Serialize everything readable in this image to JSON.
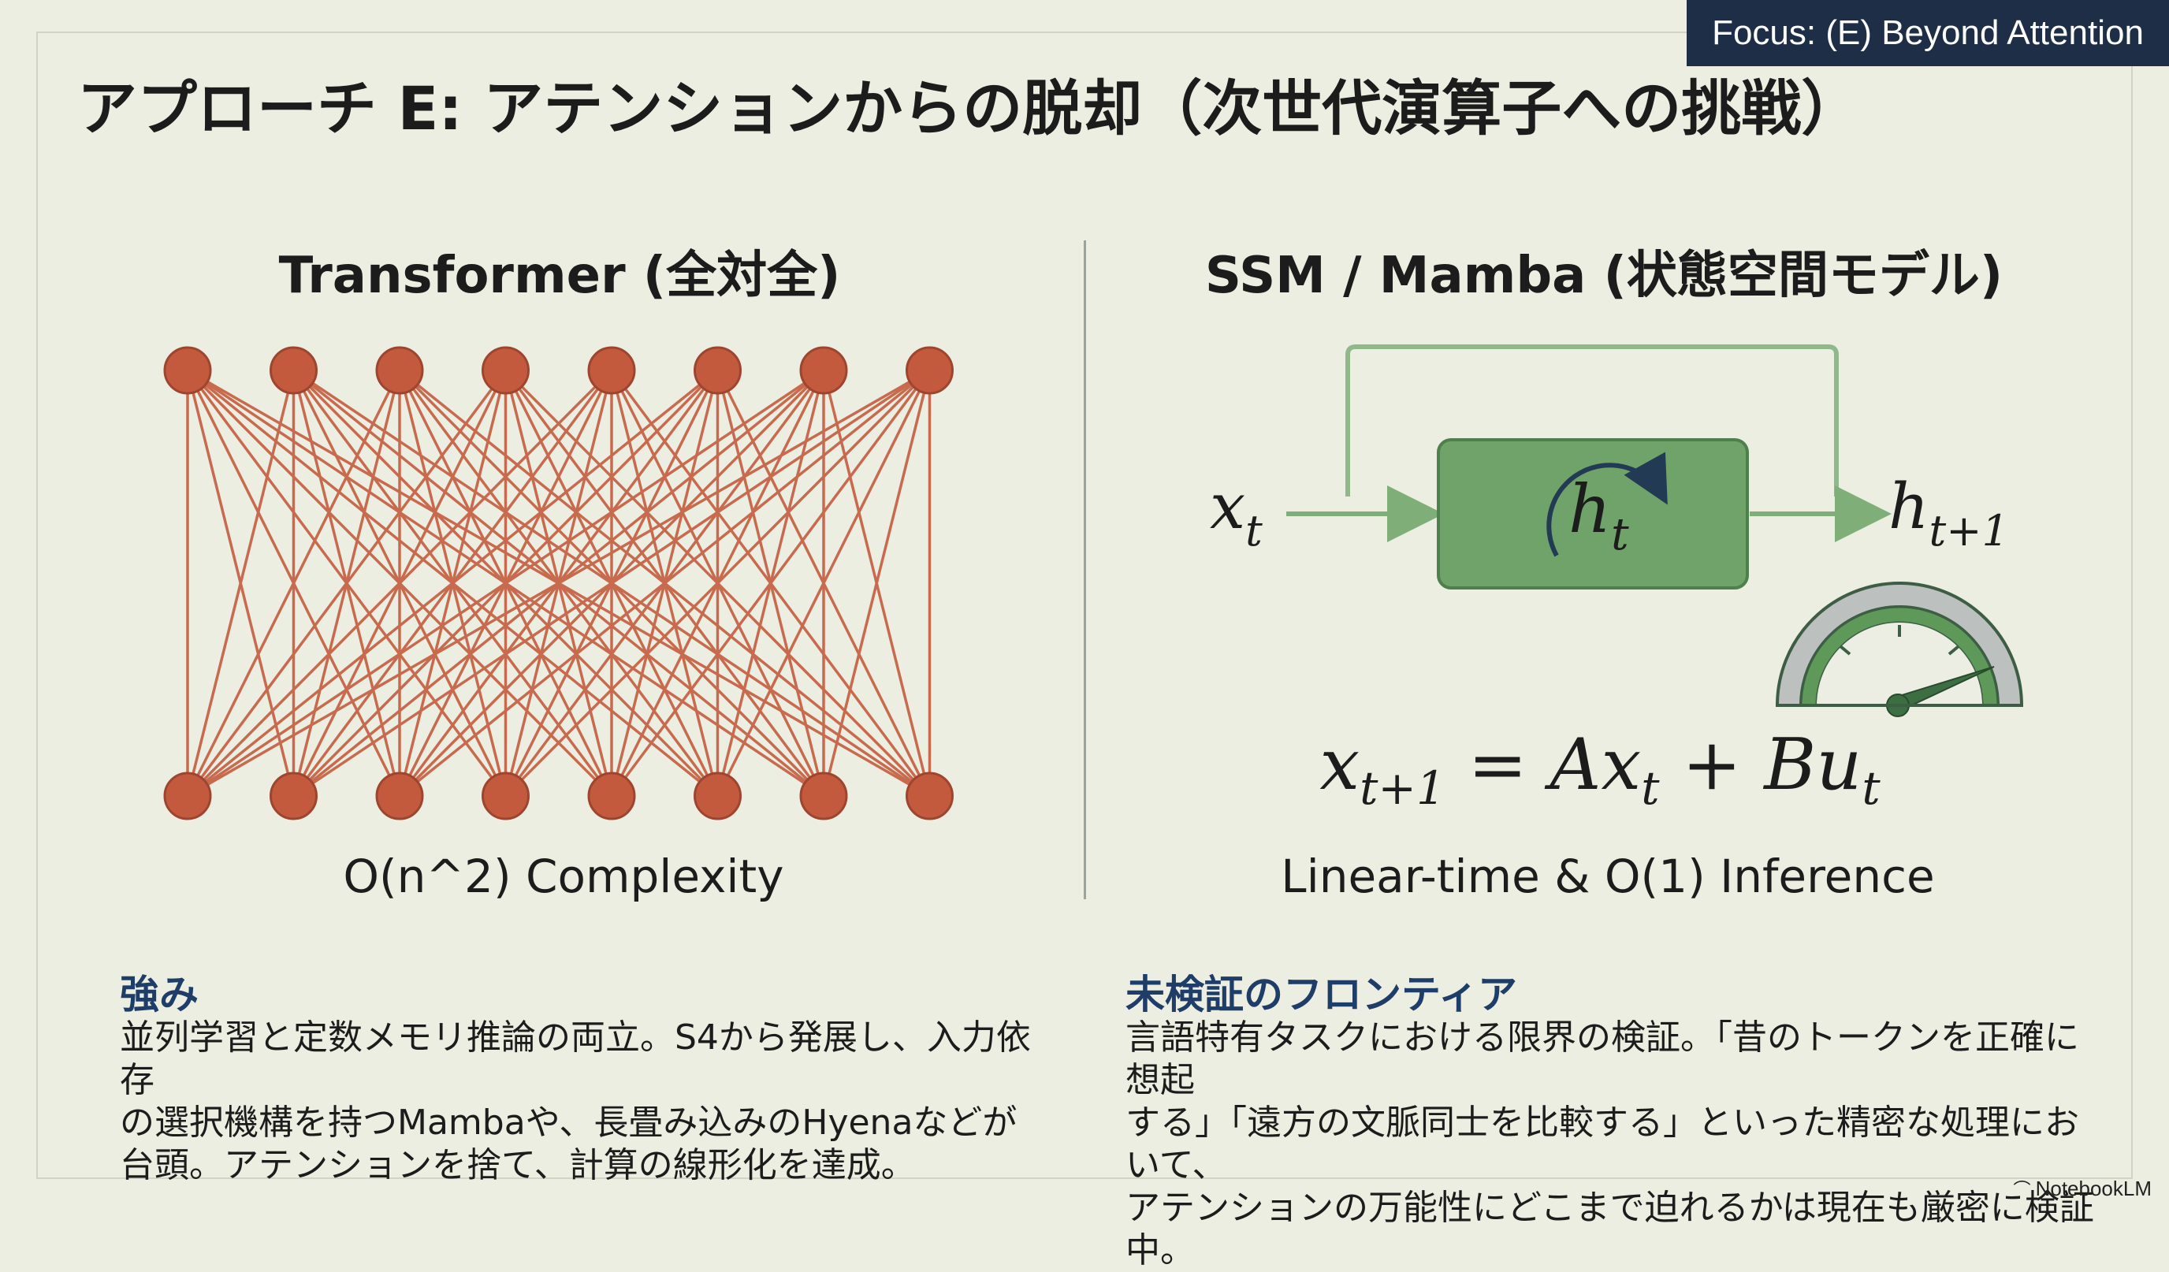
{
  "focus_tag": "Focus: (E) Beyond Attention",
  "title": "アプローチ E: アテンションからの脱却（次世代演算子への挑戦）",
  "left": {
    "title": "Transformer (全対全)",
    "caption": "O(n^2) Complexity",
    "node_count": 8,
    "node_color": "#c35a3d",
    "edge_color": "#c86a4e"
  },
  "right": {
    "title": "SSM / Mamba (状態空間モデル)",
    "input_label": "x",
    "input_sub": "t",
    "state_label": "h",
    "state_sub": "t",
    "output_label": "h",
    "output_sub": "t+1",
    "equation": {
      "lhs": "x",
      "lhs_sub": "t+1",
      "eq": " = ",
      "a": "Ax",
      "a_sub": "t",
      "plus": " + ",
      "b": "Bu",
      "b_sub": "t"
    },
    "caption": "Linear-time & O(1) Inference",
    "accent_color": "#6fa36a"
  },
  "strength": {
    "heading": "強み",
    "lines": [
      "並列学習と定数メモリ推論の両立。S4から発展し、入力依存",
      "の選択機構を持つMambaや、長畳み込みのHyenaなどが",
      "台頭。アテンションを捨て、計算の線形化を達成。"
    ]
  },
  "frontier": {
    "heading": "未検証のフロンティア",
    "lines": [
      "言語特有タスクにおける限界の検証。「昔のトークンを正確に想起",
      "する」「遠方の文脈同士を比較する」といった精密な処理において、",
      "アテンションの万能性にどこまで迫れるかは現在も厳密に検証中。"
    ]
  },
  "brand": "NotebookLM"
}
